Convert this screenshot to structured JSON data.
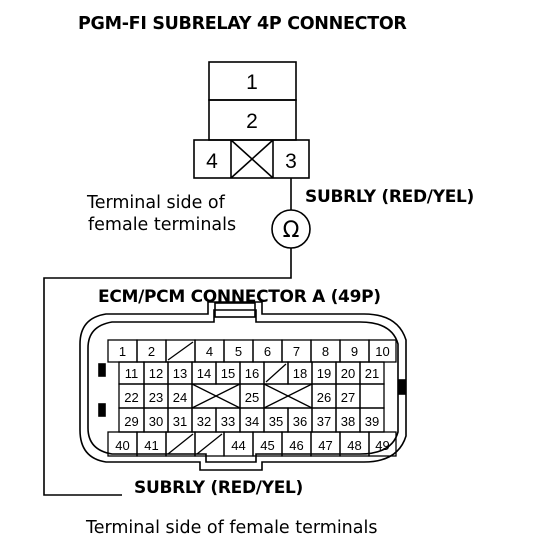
{
  "subrelay": {
    "title": "PGM-FI SUBRELAY 4P CONNECTOR",
    "terminals": [
      "1",
      "2",
      "4",
      "3"
    ],
    "side_label_line1": "Terminal side of",
    "side_label_line2": "female terminals",
    "wire_label": "SUBRLY (RED/YEL)",
    "meter_symbol": "Ω"
  },
  "ecm": {
    "title": "ECM/PCM CONNECTOR A (49P)",
    "rows": [
      [
        "1",
        "2",
        "",
        "4",
        "5",
        "6",
        "7",
        "8",
        "9",
        "10"
      ],
      [
        "11",
        "12",
        "13",
        "14",
        "15",
        "16",
        "",
        "18",
        "19",
        "20",
        "21"
      ],
      [
        "22",
        "23",
        "24",
        "",
        "",
        "25",
        "",
        "",
        "26",
        "27",
        ""
      ],
      [
        "29",
        "30",
        "31",
        "32",
        "33",
        "34",
        "35",
        "36",
        "37",
        "38",
        "39"
      ],
      [
        "40",
        "41",
        "",
        "",
        "44",
        "45",
        "46",
        "47",
        "48",
        "49"
      ]
    ],
    "wire_label": "SUBRLY (RED/YEL)",
    "bottom_label": "Terminal side of female terminals"
  }
}
